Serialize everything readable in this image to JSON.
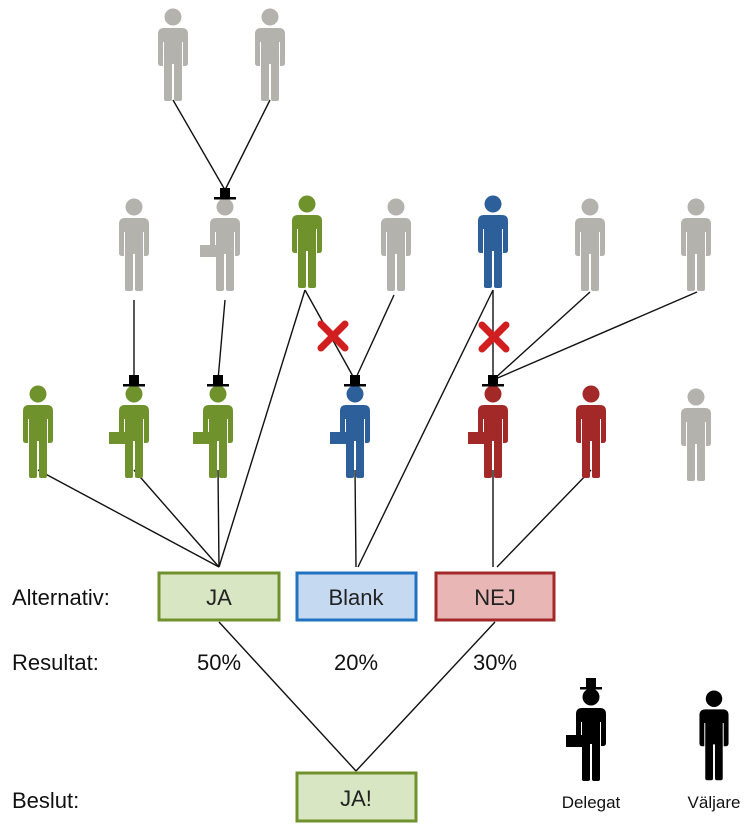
{
  "colors": {
    "gray": "#b3b2ad",
    "green": "#6f922d",
    "blue": "#2d5f9a",
    "red": "#a32828",
    "black": "#000000",
    "cross": "#d11f1f",
    "ja_fill": "#d8e6c4",
    "ja_border": "#6f922d",
    "blank_fill": "#c5d9f1",
    "blank_border": "#1f73c0",
    "nej_fill": "#e8b6b4",
    "nej_border": "#a32828"
  },
  "row_labels": {
    "alternativ": "Alternativ:",
    "resultat": "Resultat:",
    "beslut": "Beslut:"
  },
  "options": [
    {
      "id": "ja",
      "label": "JA",
      "result": "50%"
    },
    {
      "id": "blank",
      "label": "Blank",
      "result": "20%"
    },
    {
      "id": "nej",
      "label": "NEJ",
      "result": "30%"
    }
  ],
  "decision": {
    "label": "JA!"
  },
  "legend": {
    "delegate": {
      "label": "Delegat",
      "icon": "delegate-icon"
    },
    "voter": {
      "label": "Väljare",
      "icon": "voter-icon"
    }
  },
  "people": [
    {
      "name": "top-voter-1",
      "color": "gray",
      "role": "voter"
    },
    {
      "name": "top-voter-2",
      "color": "gray",
      "role": "voter"
    },
    {
      "name": "mid-voter-1",
      "color": "gray",
      "role": "voter"
    },
    {
      "name": "mid-delegate-1",
      "color": "gray",
      "role": "delegate"
    },
    {
      "name": "mid-voter-green",
      "color": "green",
      "role": "voter"
    },
    {
      "name": "mid-voter-2",
      "color": "gray",
      "role": "voter"
    },
    {
      "name": "mid-voter-blue",
      "color": "blue",
      "role": "voter"
    },
    {
      "name": "mid-voter-3",
      "color": "gray",
      "role": "voter"
    },
    {
      "name": "mid-voter-4",
      "color": "gray",
      "role": "voter"
    },
    {
      "name": "low-voter-green",
      "color": "green",
      "role": "voter"
    },
    {
      "name": "low-delegate-green-1",
      "color": "green",
      "role": "delegate"
    },
    {
      "name": "low-delegate-green-2",
      "color": "green",
      "role": "delegate"
    },
    {
      "name": "low-delegate-blue",
      "color": "blue",
      "role": "delegate"
    },
    {
      "name": "low-delegate-red",
      "color": "red",
      "role": "delegate"
    },
    {
      "name": "low-voter-red",
      "color": "red",
      "role": "voter"
    },
    {
      "name": "low-voter-gray",
      "color": "gray",
      "role": "voter"
    }
  ]
}
